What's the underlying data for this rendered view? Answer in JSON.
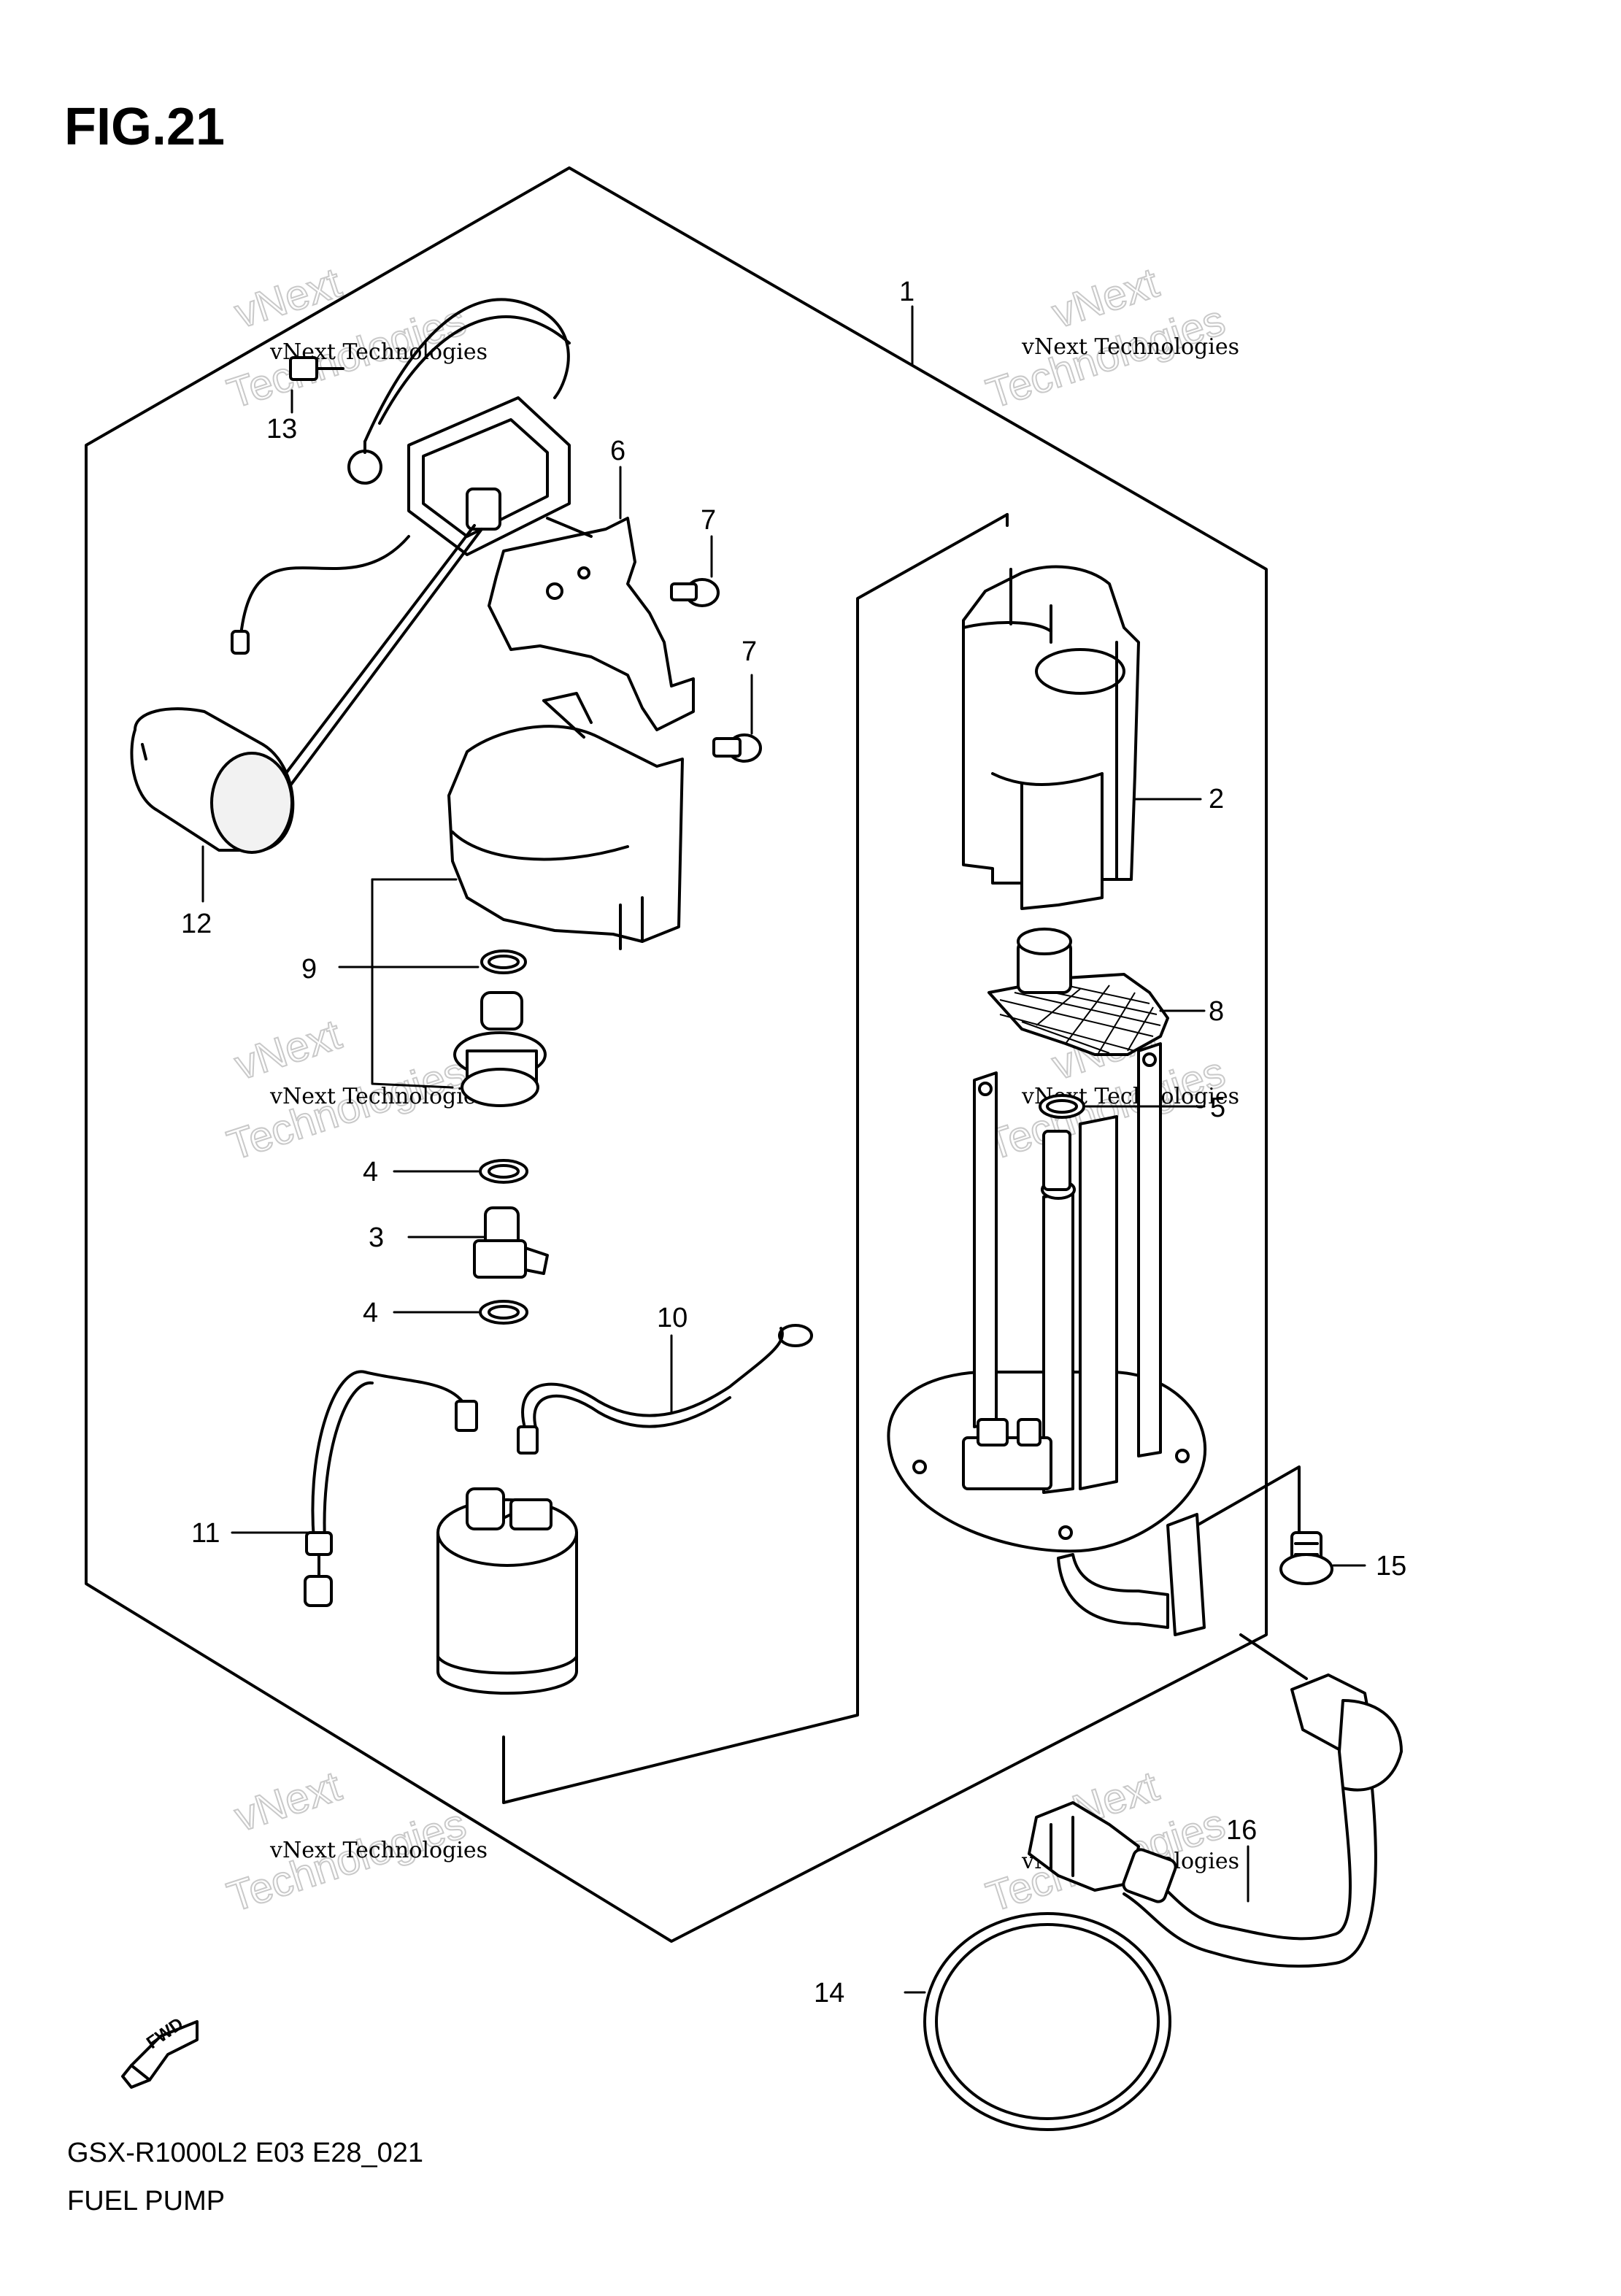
{
  "figure": {
    "title": "FIG.21",
    "model_code": "GSX-R1000L2 E03 E28_021",
    "caption": "FUEL PUMP",
    "fwd_label": "FWD"
  },
  "watermark": {
    "line1": "vNext Technologies",
    "line2": "vNext",
    "line3": "Technologies"
  },
  "callouts": [
    {
      "id": "1",
      "label": "1"
    },
    {
      "id": "2",
      "label": "2"
    },
    {
      "id": "3",
      "label": "3"
    },
    {
      "id": "4a",
      "label": "4"
    },
    {
      "id": "4b",
      "label": "4"
    },
    {
      "id": "5",
      "label": "5"
    },
    {
      "id": "6",
      "label": "6"
    },
    {
      "id": "7a",
      "label": "7"
    },
    {
      "id": "7b",
      "label": "7"
    },
    {
      "id": "8",
      "label": "8"
    },
    {
      "id": "9",
      "label": "9"
    },
    {
      "id": "10",
      "label": "10"
    },
    {
      "id": "11",
      "label": "11"
    },
    {
      "id": "12",
      "label": "12"
    },
    {
      "id": "13",
      "label": "13"
    },
    {
      "id": "14",
      "label": "14"
    },
    {
      "id": "15",
      "label": "15"
    },
    {
      "id": "16",
      "label": "16"
    }
  ]
}
